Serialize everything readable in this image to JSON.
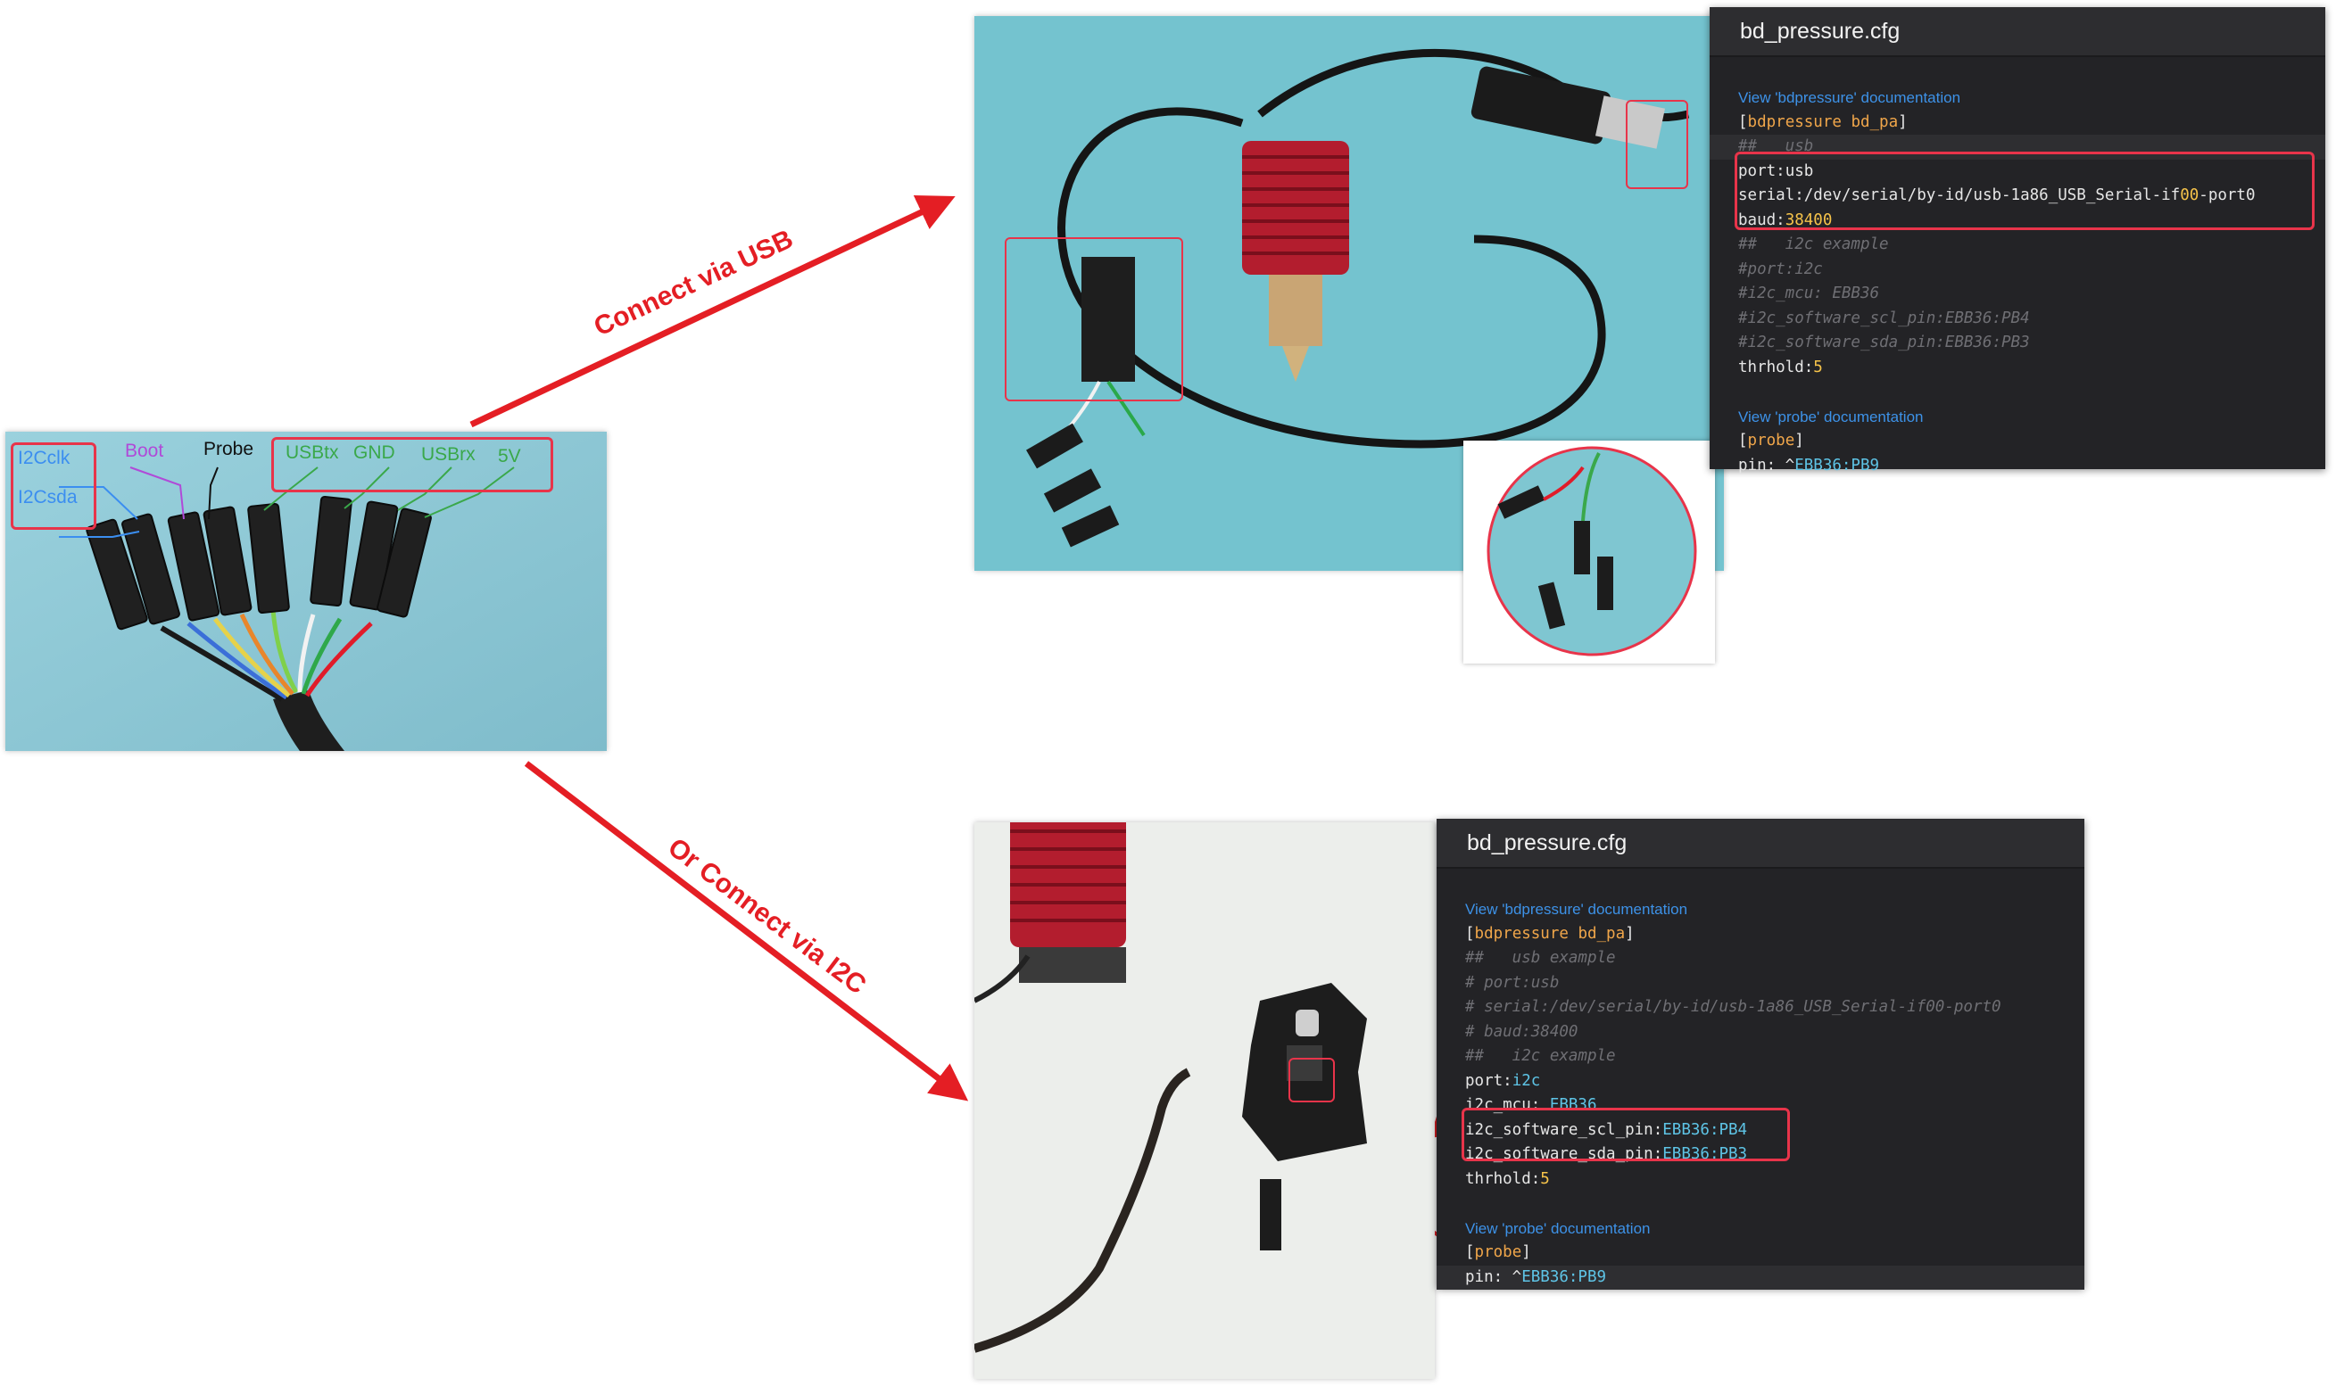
{
  "left_photo": {
    "labels": {
      "i2cclk": "I2Cclk",
      "i2csda": "I2Csda",
      "boot": "Boot",
      "probe": "Probe",
      "usbtx": "USBtx",
      "gnd": "GND",
      "usbrx": "USBrx",
      "v5": "5V"
    }
  },
  "arrows": {
    "usb_label": "Connect via USB",
    "i2c_label": "Or Connect via I2C"
  },
  "usb_config": {
    "title": "bd_pressure.cfg",
    "doc1": "View 'bdpressure' documentation",
    "section1_name": "bdpressure bd_pa",
    "c_usb": "##   usb",
    "port_key": "port:",
    "port_val": "usb",
    "serial_key": "serial:",
    "serial_val_a": "/dev/serial/by-id/usb-1a86_USB_Serial-if",
    "serial_val_b": "00",
    "serial_val_c": "-port0",
    "baud_key": "baud:",
    "baud_val": "38400",
    "c_i2c": "##   i2c example",
    "c_port": "#port:i2c",
    "c_mcu": "#i2c_mcu: EBB36",
    "c_scl": "#i2c_software_scl_pin:EBB36:PB4",
    "c_sda": "#i2c_software_sda_pin:EBB36:PB3",
    "thr_key": "thrhold:",
    "thr_val": "5",
    "doc2": "View 'probe' documentation",
    "section2_name": "probe",
    "pin_key": "pin: ^",
    "pin_val": "EBB36:PB9"
  },
  "i2c_config": {
    "title": "bd_pressure.cfg",
    "doc1": "View 'bdpressure' documentation",
    "section1_name": "bdpressure bd_pa",
    "c_usb": "##   usb example",
    "c_port": "# port:usb",
    "c_serial": "# serial:/dev/serial/by-id/usb-1a86_USB_Serial-if00-port0",
    "c_baud": "# baud:38400",
    "c_i2c": "##   i2c example",
    "port_key": "port:",
    "port_val": "i2c",
    "mcu_key": "i2c_mcu: ",
    "mcu_val": "EBB36",
    "scl_key": "i2c_software_scl_pin:",
    "scl_val": "EBB36:PB4",
    "sda_key": "i2c_software_sda_pin:",
    "sda_val": "EBB36:PB3",
    "thr_key": "thrhold:",
    "thr_val": "5",
    "doc2": "View 'probe' documentation",
    "section2_name": "probe",
    "pin_key": "pin: ^",
    "pin_val": "EBB36:PB9"
  },
  "colors": {
    "accent_red": "#e41e24",
    "highlight_box": "#e8344a",
    "link": "#3d92e8",
    "section": "#f0a64a",
    "pin_value": "#5ec4e6",
    "number_value": "#f6c34a",
    "panel_bg": "#232326"
  }
}
